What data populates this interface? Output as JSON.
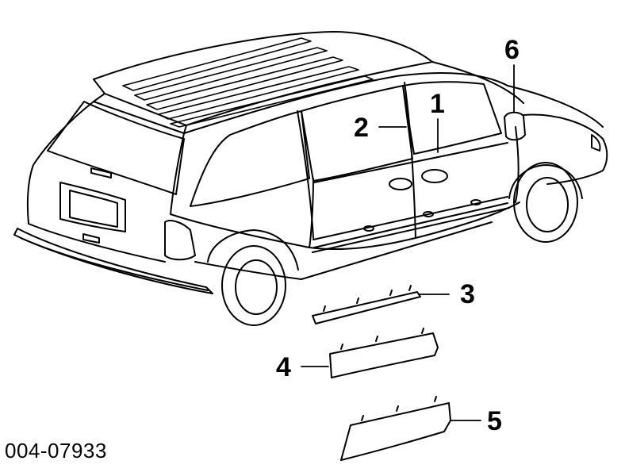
{
  "diagram": {
    "callouts": {
      "c1": "1",
      "c2": "2",
      "c3": "3",
      "c4": "4",
      "c5": "5",
      "c6": "6"
    },
    "part_number": "004-07933",
    "colors": {
      "line": "#000000",
      "background": "#ffffff"
    }
  }
}
